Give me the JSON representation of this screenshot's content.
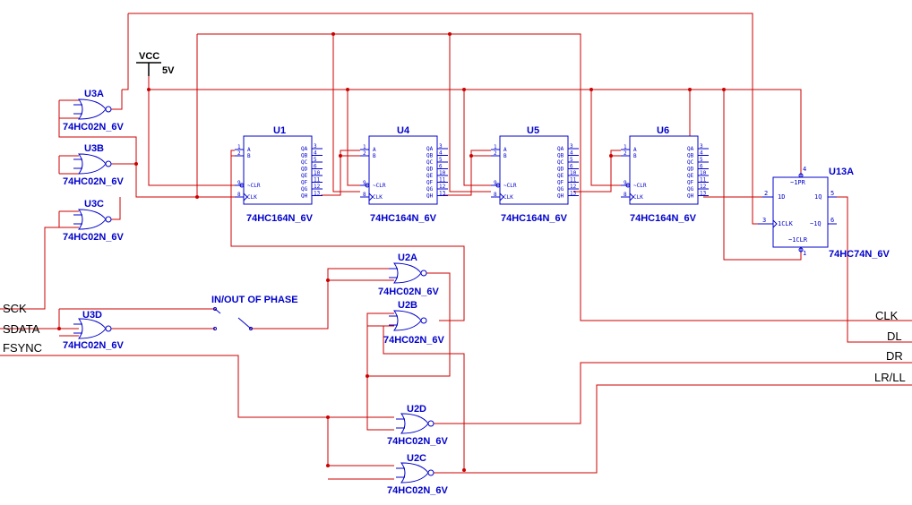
{
  "power": {
    "name": "VCC",
    "value": "5V"
  },
  "registers": [
    {
      "ref": "U1",
      "part": "74HC164N_6V"
    },
    {
      "ref": "U4",
      "part": "74HC164N_6V"
    },
    {
      "ref": "U5",
      "part": "74HC164N_6V"
    },
    {
      "ref": "U6",
      "part": "74HC164N_6V"
    }
  ],
  "register_pins": {
    "in_names": [
      "A",
      "B",
      "~CLR",
      "CLK"
    ],
    "in_nums": [
      "1",
      "2",
      "9",
      "8"
    ],
    "out_names": [
      "QA",
      "QB",
      "QC",
      "QD",
      "QE",
      "QF",
      "QG",
      "QH"
    ],
    "out_nums": [
      "3",
      "4",
      "5",
      "6",
      "10",
      "11",
      "12",
      "13"
    ]
  },
  "flipflop": {
    "ref": "U13A",
    "part": "74HC74N_6V",
    "pins": {
      "pre": "~1PR",
      "d": "1D",
      "q": "1Q",
      "clk": "1CLK",
      "qn": "~1Q",
      "clr": "~1CLR"
    },
    "nums": {
      "pre": "4",
      "d": "2",
      "q": "5",
      "clk": "3",
      "qn": "6",
      "clr": "1"
    }
  },
  "gates": [
    {
      "ref": "U3A",
      "part": "74HC02N_6V"
    },
    {
      "ref": "U3B",
      "part": "74HC02N_6V"
    },
    {
      "ref": "U3C",
      "part": "74HC02N_6V"
    },
    {
      "ref": "U3D",
      "part": "74HC02N_6V"
    },
    {
      "ref": "U2A",
      "part": "74HC02N_6V"
    },
    {
      "ref": "U2B",
      "part": "74HC02N_6V"
    },
    {
      "ref": "U2D",
      "part": "74HC02N_6V"
    },
    {
      "ref": "U2C",
      "part": "74HC02N_6V"
    }
  ],
  "switch": {
    "label": "IN/OUT OF PHASE"
  },
  "inputs": [
    "SCK",
    "SDATA",
    "FSYNC"
  ],
  "outputs": [
    "CLK",
    "DL",
    "DR",
    "LR/LL"
  ]
}
